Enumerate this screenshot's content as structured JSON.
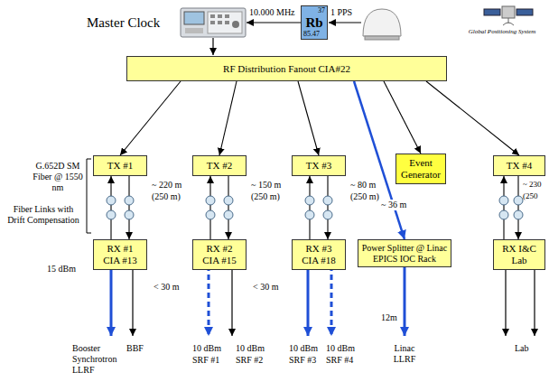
{
  "diagram": {
    "nodes": [
      {
        "text": [
          "37",
          "Rb",
          "85.47"
        ]
      },
      {
        "text": [
          "RF Distribution Fanout CIA#22"
        ]
      },
      {
        "text": [
          "TX #1"
        ]
      },
      {
        "text": [
          "TX #2"
        ]
      },
      {
        "text": [
          "TX #3"
        ]
      },
      {
        "text": [
          "Event Generator"
        ]
      },
      {
        "text": [
          "TX #4"
        ]
      },
      {
        "text": [
          "RX #1 CIA #13"
        ]
      },
      {
        "text": [
          "RX #2 CIA #15"
        ]
      },
      {
        "text": [
          "RX #3 CIA #18"
        ]
      },
      {
        "text": [
          "Power Splitter @ Linac EPICS IOC Rack"
        ]
      },
      {
        "text": [
          "RX I&C Lab"
        ]
      }
    ],
    "edges": [
      {
        "from": 1,
        "to": 2,
        "arrow": "to"
      },
      {
        "from": 1,
        "to": 3,
        "arrow": "to"
      },
      {
        "from": 1,
        "to": 4,
        "arrow": "to"
      },
      {
        "from": 1,
        "to": 10,
        "arrow": "to",
        "label": "~ 36 m"
      },
      {
        "from": 1,
        "to": 5,
        "arrow": "to"
      },
      {
        "from": 1,
        "to": 6,
        "arrow": "to"
      },
      {
        "from": 7,
        "to": 2,
        "arrow": "to"
      },
      {
        "from": 2,
        "to": 7,
        "arrow": "to"
      },
      {
        "from": 8,
        "to": 3,
        "arrow": "to"
      },
      {
        "from": 3,
        "to": 8,
        "arrow": "to"
      },
      {
        "from": 9,
        "to": 4,
        "arrow": "to"
      },
      {
        "from": 4,
        "to": 9,
        "arrow": "to"
      },
      {
        "from": 11,
        "to": 6,
        "arrow": "to"
      },
      {
        "from": 6,
        "to": 11,
        "arrow": "to"
      }
    ],
    "labels": [
      "Master Clock",
      "10.000 MHz",
      "1 PPS",
      "Global Positioning System",
      "G.652D SM Fiber @ 1550 nm",
      "Fiber Links with Drift Compensation",
      "~ 220 m",
      "(250 m)",
      "~ 150 m",
      "(250 m)",
      "~ 80 m",
      "(250 m)",
      "~ 230",
      "(250",
      "15 dBm",
      "< 30 m",
      "< 30 m",
      "12m",
      "Booster Synchrotron LLRF",
      "BBF",
      "10 dBm",
      "SRF #1",
      "10 dBm",
      "SRF #2",
      "10 dBm",
      "SRF #3",
      "10 dBm",
      "SRF #4",
      "Linac LLRF",
      "Lab"
    ]
  }
}
